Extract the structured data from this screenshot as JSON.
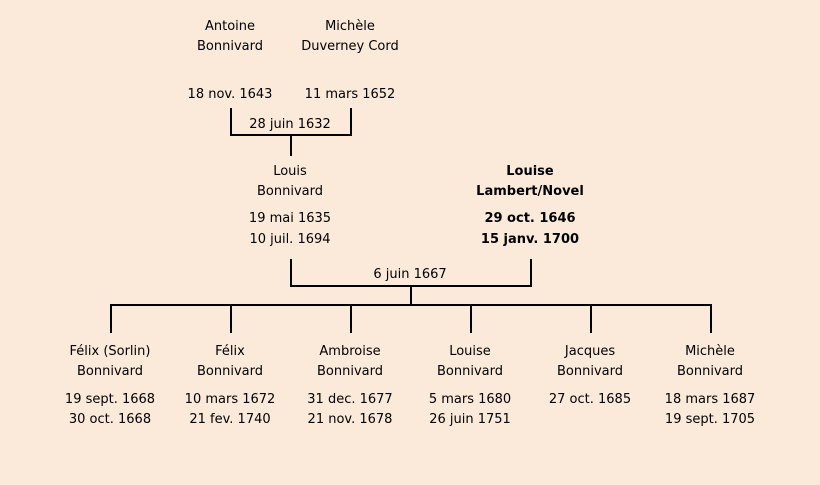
{
  "grandparents": {
    "father": {
      "first": "Antoine",
      "last": "Bonnivard",
      "date": "18 nov. 1643"
    },
    "mother": {
      "first": "Michèle",
      "last": "Duverney Cord",
      "date": "11 mars 1652"
    },
    "marriage": "28 juin 1632"
  },
  "parents": {
    "father": {
      "first": "Louis",
      "last": "Bonnivard",
      "birth": "19 mai 1635",
      "death": "10 juil. 1694"
    },
    "mother": {
      "first": "Louise",
      "last": "Lambert/Novel",
      "birth": "29 oct. 1646",
      "death": "15 janv. 1700"
    },
    "marriage": "6 juin 1667"
  },
  "children": [
    {
      "first": "Félix (Sorlin)",
      "last": "Bonnivard",
      "birth": "19 sept. 1668",
      "death": "30 oct. 1668"
    },
    {
      "first": "Félix",
      "last": "Bonnivard",
      "birth": "10 mars 1672",
      "death": "21 fev. 1740"
    },
    {
      "first": "Ambroise",
      "last": "Bonnivard",
      "birth": "31 dec. 1677",
      "death": "21 nov. 1678"
    },
    {
      "first": "Louise",
      "last": "Bonnivard",
      "birth": "5 mars 1680",
      "death": "26 juin 1751"
    },
    {
      "first": "Jacques",
      "last": "Bonnivard",
      "birth": "27 oct. 1685",
      "death": ""
    },
    {
      "first": "Michèle",
      "last": "Bonnivard",
      "birth": "18 mars 1687",
      "death": "19 sept. 1705"
    }
  ]
}
